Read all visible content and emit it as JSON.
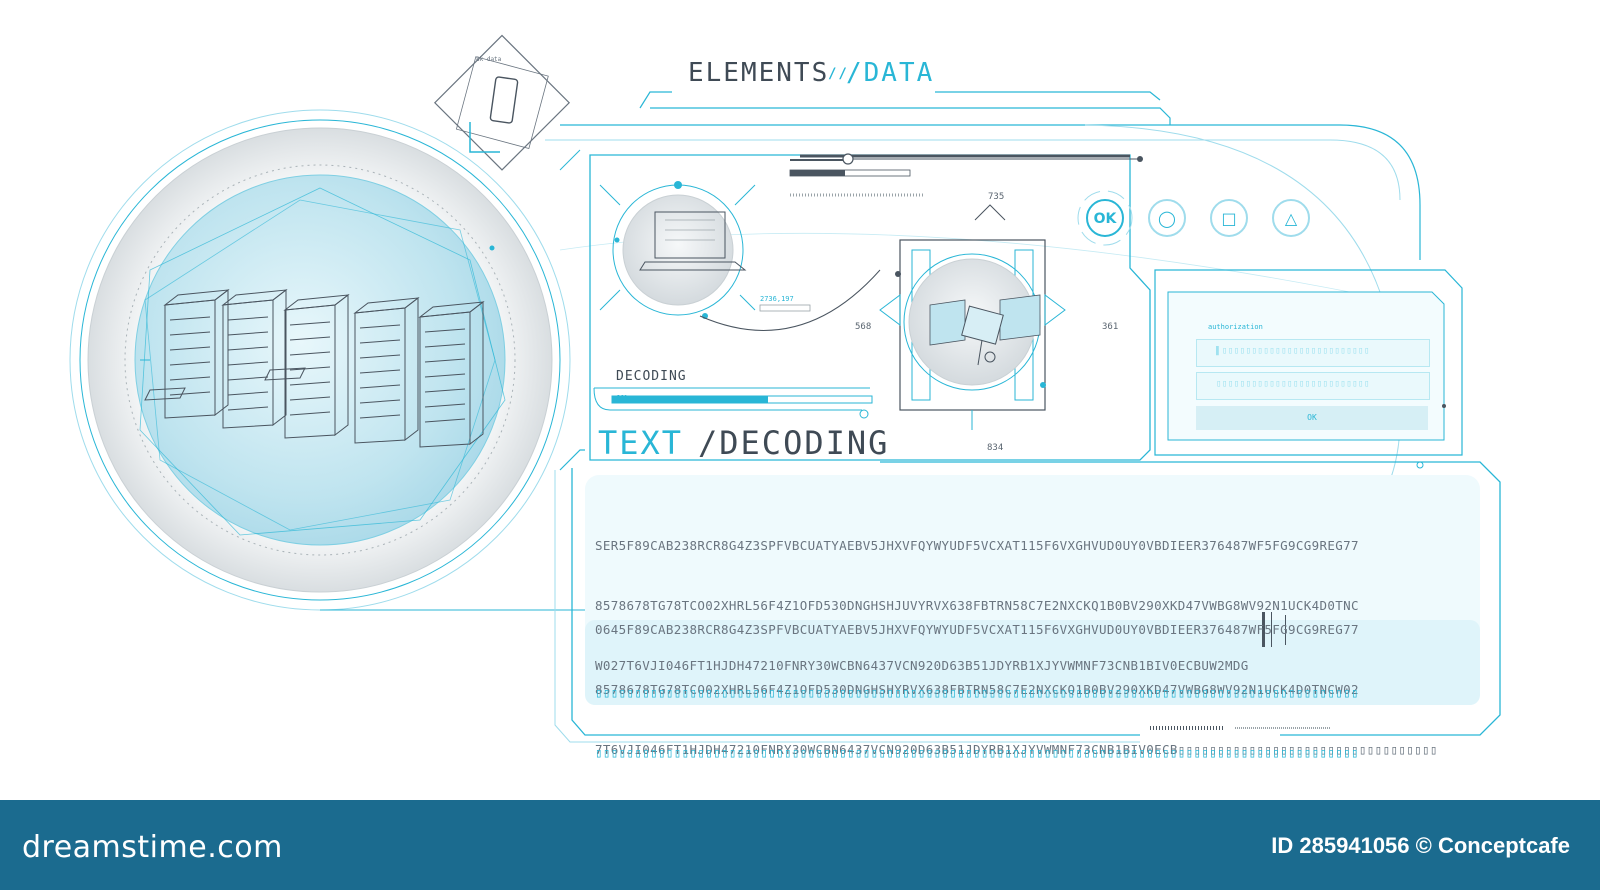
{
  "header": {
    "elements_label": "ELEMENTS",
    "slash_marks": "//",
    "data_label": "/DATA",
    "phone_caption": "8k data"
  },
  "decoding_panel": {
    "label": "DECODING",
    "progress_text": "60%",
    "progress_fraction": 0.6,
    "laptop_coords": "2736,197",
    "satellite": {
      "top_value": "735",
      "left_value": "568",
      "right_value": "361",
      "bottom_value": "834"
    }
  },
  "controls": {
    "ok_label": "OK",
    "circle_glyph": "◯",
    "square_glyph": "□",
    "triangle_glyph": "△"
  },
  "auth_form": {
    "label": "authorization",
    "field1_value": "▌▯▯▯▯▯▯▯▯▯▯▯▯▯▯▯▯▯▯▯▯▯▯▯▯▯",
    "field2_value": "▯▯▯▯▯▯▯▯▯▯▯▯▯▯▯▯▯▯▯▯▯▯▯▯▯▯",
    "ok_label": "OK"
  },
  "text_decoding": {
    "title_text": "TEXT",
    "title_decoding": "/DECODING",
    "block1": [
      "SER5F89CAB238RCR8G4Z3SPFVBCUATYAEBV5JHXVFQYWYUDF5VCXAT115F6VXGHVUD0UY0VBDIEER376487WF5FG9CG9REG77",
      "8578678TG78TCO02XHRL56F4Z1OFD530DNGHSHJUVYRVX638FBTRN58C7E2NXCKQ1B0BV290XKD47VWBG8WV92N1UCK4D0TNC",
      "W027T6VJI046FT1HJDH47210FNRY30WCBN6437VCN920D63B51JDYRB1XJYVWMNF73CNB1BIV0ECBUW2MDG"
    ],
    "block2": [
      "0645F89CAB238RCR8G4Z3SPFVBCUATYAEBV5JHXVFQYWYUDF5VCXAT115F6VXGHVUD0UY0VBDIEER376487WF5FG9CG9REG77",
      "8578678TG78TCO02XHRL56F4Z1OFD530DNGHSHYRVX638FBTRN58C7E2NXCKQ1B0BV290XKD47VWBG8WV92N1UCK4D0TNCW02",
      "7T6VJI046FT1HJDH47210FNRY30WCBN6437VCN920D63B51JDYRB1XJYVWMNF73CNB1BIV0ECB▯▯▯▯▯▯▯▯▯▯▯▯▯▯▯▯▯▯▯▯▯▯▯▯▯▯▯▯▯▯▯▯▯"
    ],
    "zero_rows": [
      "▯▯▯▯▯▯▯▯▯▯▯▯▯▯▯▯▯▯▯▯▯▯▯▯▯▯▯▯▯▯▯▯▯▯▯▯▯▯▯▯▯▯▯▯▯▯▯▯▯▯▯▯▯▯▯▯▯▯▯▯▯▯▯▯▯▯▯▯▯▯▯▯▯▯▯▯▯▯▯▯▯▯▯▯▯▯▯▯▯▯▯▯▯▯▯▯▯",
      "▯▯▯▯▯▯▯▯▯▯▯▯▯▯▯▯▯▯▯▯▯▯▯▯▯▯▯▯▯▯▯▯▯▯▯▯▯▯▯▯▯▯▯▯▯▯▯▯▯▯▯▯▯▯▯▯▯▯▯▯▯▯▯▯▯▯▯▯▯▯▯▯▯▯▯▯▯▯▯▯▯▯▯▯▯▯▯▯▯▯▯▯▯▯▯▯▯",
      "▯▯▯▯▯▯▯▯▯▯▯▯▯▯▯▯▯▯▯▯▯▯▯▯▯▯▯▯▯▯▯▯▯▯▯▯▯▯▯▯▯▯▯▯▯▯▯▯▯▯▯▯▯▯▯▯▯▯▯▯▯▯▯▯▯▯▯▯▯▯▯▯▯▯▯▯▯▯▯▯▯▯▯▯▯▯▯▯▯▯▯▯▯▯▯▯▯"
    ]
  },
  "footer": {
    "brand": "dreamstime.com",
    "image_id": "ID 285941056 © Conceptcafe"
  },
  "colors": {
    "accent": "#29b6d6",
    "dark_text": "#3f4a55",
    "footer_bg": "#1b6b8f",
    "panel_fill": "#eaf9fc"
  },
  "icons": [
    "phone-icon",
    "server-racks-icon",
    "laptop-icon",
    "satellite-icon"
  ]
}
